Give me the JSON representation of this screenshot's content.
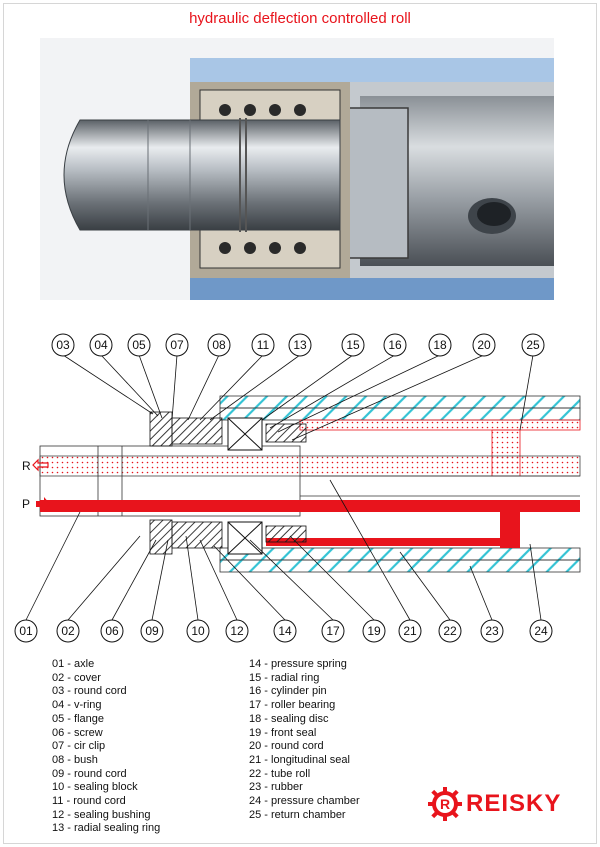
{
  "title": "hydraulic deflection controlled roll",
  "callouts_top": [
    "03",
    "04",
    "05",
    "07",
    "08",
    "11",
    "13",
    "15",
    "16",
    "18",
    "20",
    "25"
  ],
  "callouts_bottom": [
    "01",
    "02",
    "06",
    "09",
    "10",
    "12",
    "14",
    "17",
    "19",
    "21",
    "22",
    "23",
    "24"
  ],
  "port_labels": {
    "return": "R",
    "pressure": "P"
  },
  "legend_left": [
    "01 - axle",
    "02 - cover",
    "03 - round cord",
    "04 - v-ring",
    "05 - flange",
    "06 - screw",
    "07 - cir clip",
    "08 - bush",
    "09 - round cord",
    "10 - sealing block",
    "11 - round cord",
    "12 - sealing bushing",
    "13 - radial sealing ring"
  ],
  "legend_right": [
    "14 - pressure spring",
    "15 - radial ring",
    "16 - cylinder pin",
    "17 - roller bearing",
    "18 - sealing disc",
    "19 - front seal",
    "20 - round cord",
    "21 - longitudinal seal",
    "22 - tube roll",
    "23 - rubber",
    "24 - pressure chamber",
    "25 - return chamber"
  ],
  "brand": "REISKY",
  "colors": {
    "accent_red": "#e8141c",
    "rubber_blue": "#7ea6d3",
    "hatch_cyan": "#34c3d4"
  }
}
